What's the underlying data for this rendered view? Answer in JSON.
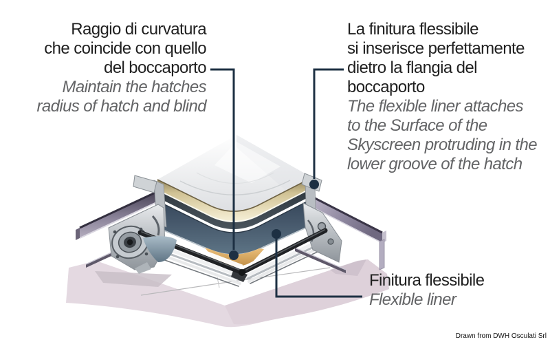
{
  "annotations": {
    "radius_note": {
      "italian": [
        "Raggio di curvatura",
        "che coincide con quello",
        "del boccaporto"
      ],
      "english": [
        "Maintain the hatches",
        "radius of hatch and blind"
      ]
    },
    "liner_fit_note": {
      "italian": [
        "La finitura flessibile",
        "si inserisce perfettamente",
        "dietro la flangia del",
        "boccaporto"
      ],
      "english": [
        "The flexible liner attaches",
        "to the Surface of the",
        "Skyscreen protruding in the",
        "lower groove of the hatch"
      ]
    },
    "liner_label": {
      "italian": "Finitura flessibile",
      "english": "Flexible liner"
    }
  },
  "credit": "Drawn from DWH Osculati Srl",
  "colors": {
    "text_primary": "#1f1f1f",
    "text_translation": "#636466",
    "leader_line": "#1d3043",
    "liner_blue": "#47596c",
    "seal_gold": "#cfc193",
    "liner_patch_tan": "#d8a75c",
    "headliner_pink": "#e4d9e1",
    "flange_plate_purple": "#8d869c",
    "metal_silver": "#b9bec3"
  }
}
